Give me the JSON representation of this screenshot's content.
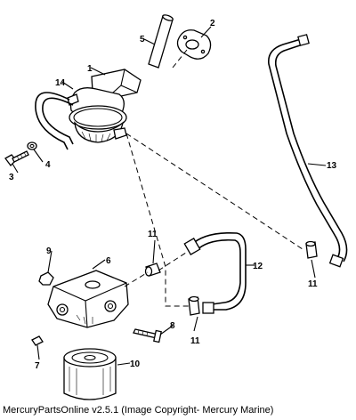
{
  "caption": "MercuryPartsOnline v2.5.1 (Image Copyright- Mercury Marine)",
  "parts": [
    {
      "id": "p1",
      "label": "1",
      "name": "fuel-pump"
    },
    {
      "id": "p2",
      "label": "2",
      "name": "gasket"
    },
    {
      "id": "p3",
      "label": "3",
      "name": "bolt"
    },
    {
      "id": "p4",
      "label": "4",
      "name": "lock-washer"
    },
    {
      "id": "p5",
      "label": "5",
      "name": "hose-sleeve"
    },
    {
      "id": "p6",
      "label": "6",
      "name": "filter-base"
    },
    {
      "id": "p7",
      "label": "7",
      "name": "plug"
    },
    {
      "id": "p8",
      "label": "8",
      "name": "screw"
    },
    {
      "id": "p9",
      "label": "9",
      "name": "plug"
    },
    {
      "id": "p10",
      "label": "10",
      "name": "fuel-filter"
    },
    {
      "id": "p11a",
      "label": "11",
      "name": "fitting"
    },
    {
      "id": "p11b",
      "label": "11",
      "name": "fitting"
    },
    {
      "id": "p11c",
      "label": "11",
      "name": "fitting"
    },
    {
      "id": "p12",
      "label": "12",
      "name": "fuel-line"
    },
    {
      "id": "p13",
      "label": "13",
      "name": "fuel-line"
    },
    {
      "id": "p14",
      "label": "14",
      "name": "vent-hose"
    }
  ]
}
